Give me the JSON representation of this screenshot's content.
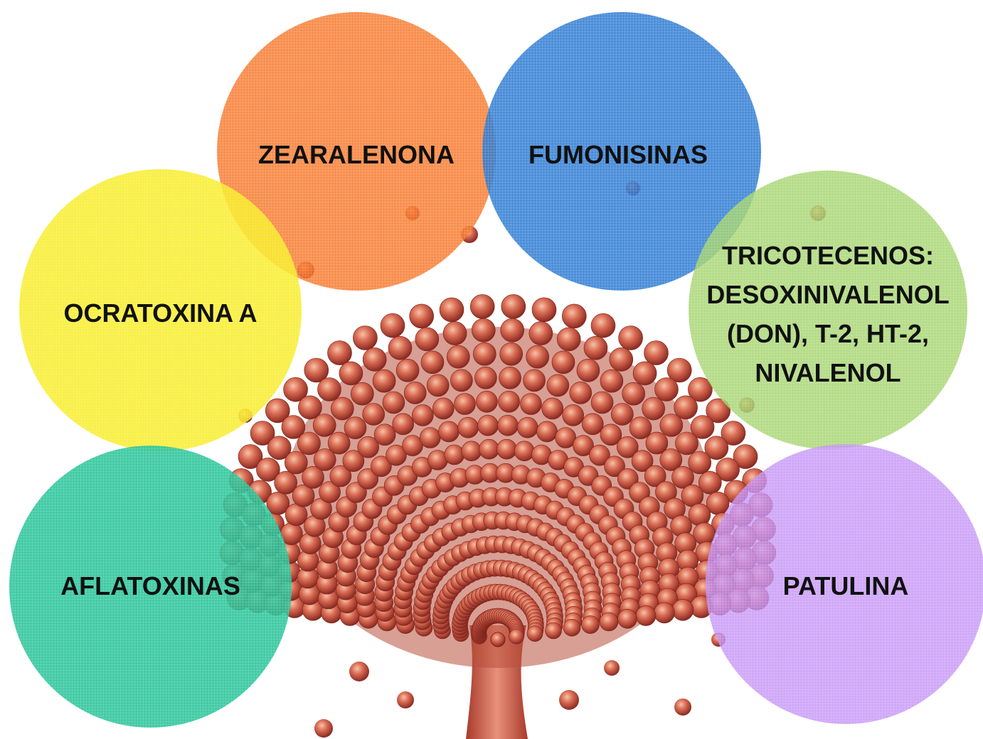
{
  "mycotoxins": [
    {
      "id": "zearalenona",
      "label": "ZEARALENONA",
      "color": "#f67526"
    },
    {
      "id": "fumonisinas",
      "label": "FUMONISINAS",
      "color": "#2c7ad2"
    },
    {
      "id": "ocratoxina",
      "label": "OCRATOXINA A",
      "color": "#f8ec28"
    },
    {
      "id": "tricotecenos",
      "label_lines": [
        "TRICOTECENOS:",
        "DESOXINIVALENOL",
        "(DON), T-2, HT-2,",
        "NIVALENOL"
      ],
      "color": "#a5d46e"
    },
    {
      "id": "aflatoxinas",
      "label": "AFLATOXINAS",
      "color": "#28c498"
    },
    {
      "id": "patulina",
      "label": "PATULINA",
      "color": "#c492f6"
    }
  ],
  "background": {
    "icon": "aspergillus-fungus-illustration"
  }
}
